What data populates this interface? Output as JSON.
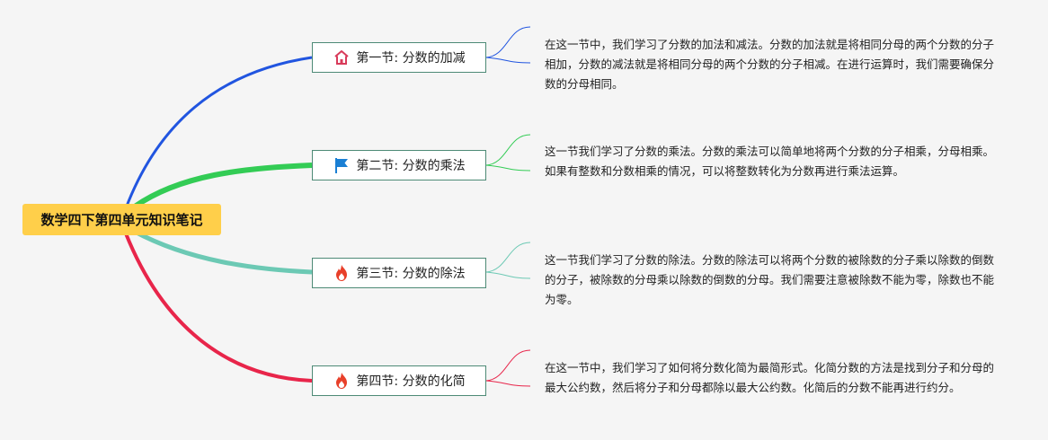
{
  "root": {
    "label": "数学四下第四单元知识笔记"
  },
  "branches": [
    {
      "label": "第一节: 分数的加减",
      "icon": "home-icon",
      "color": "#2155e0",
      "note": "在这一节中，我们学习了分数的加法和减法。分数的加法就是将相同分母的两个分数的分子相加，分数的减法就是将相同分母的两个分数的分子相减。在进行运算时，我们需要确保分数的分母相同。"
    },
    {
      "label": "第二节: 分数的乘法",
      "icon": "flag-icon",
      "color": "#33cc55",
      "note": "这一节我们学习了分数的乘法。分数的乘法可以简单地将两个分数的分子相乘，分母相乘。如果有整数和分数相乘的情况，可以将整数转化为分数再进行乘法运算。"
    },
    {
      "label": "第三节: 分数的除法",
      "icon": "fire-icon",
      "color": "#6cc9b4",
      "note": "这一节我们学习了分数的除法。分数的除法可以将两个分数的被除数的分子乘以除数的倒数的分子，被除数的分母乘以除数的倒数的分母。我们需要注意被除数不能为零，除数也不能为零。"
    },
    {
      "label": "第四节: 分数的化简",
      "icon": "fire-icon",
      "color": "#e8254a",
      "note": "在这一节中，我们学习了如何将分数化简为最简形式。化简分数的方法是找到分子和分母的最大公约数，然后将分子和分母都除以最大公约数。化简后的分数不能再进行约分。"
    }
  ]
}
